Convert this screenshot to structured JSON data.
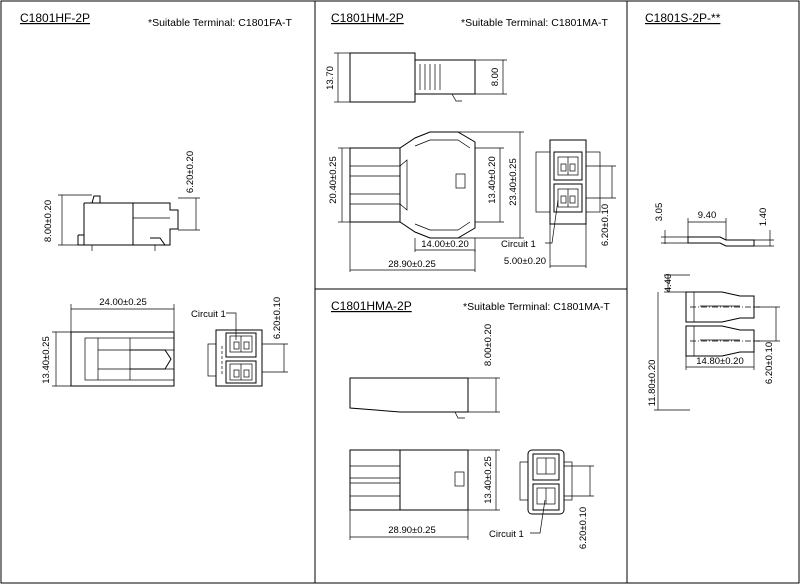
{
  "panel_left": {
    "title": "C1801HF-2P",
    "terminal_note": "*Suitable Terminal: C1801FA-T",
    "dims": {
      "height_side": "8.00±0.20",
      "height_right": "6.20±0.20",
      "width_top": "24.00±0.25",
      "height_plan": "13.40±0.25",
      "pitch": "6.20±0.10"
    },
    "circuit_label": "Circuit 1"
  },
  "panel_mid_top": {
    "title": "C1801HM-2P",
    "terminal_note": "*Suitable Terminal: C1801MA-T",
    "dims": {
      "height_top": "13.70",
      "height_top_right": "8.00",
      "height_plan": "20.40±0.25",
      "inner_height": "13.40±0.20",
      "outer_height": "23.40±0.25",
      "pitch": "6.20±0.10",
      "inner_width": "14.00±0.20",
      "length": "28.90±0.25",
      "end_width": "5.00±0.20"
    },
    "circuit_label": "Circuit 1"
  },
  "panel_mid_bottom": {
    "title": "C1801HMA-2P",
    "terminal_note": "*Suitable Terminal: C1801MA-T",
    "dims": {
      "height_side": "8.00±0.20",
      "height_plan": "13.40±0.25",
      "length": "28.90±0.25",
      "pitch": "6.20±0.10"
    },
    "circuit_label": "Circuit 1"
  },
  "panel_right": {
    "title": "C1801S-2P-**",
    "dims": {
      "thickness": "3.05",
      "width_top": "9.40",
      "height_small": "1.40",
      "offset": "4.40",
      "total_height": "11.80±0.20",
      "length": "14.80±0.20",
      "pitch": "6.20±0.10"
    }
  }
}
